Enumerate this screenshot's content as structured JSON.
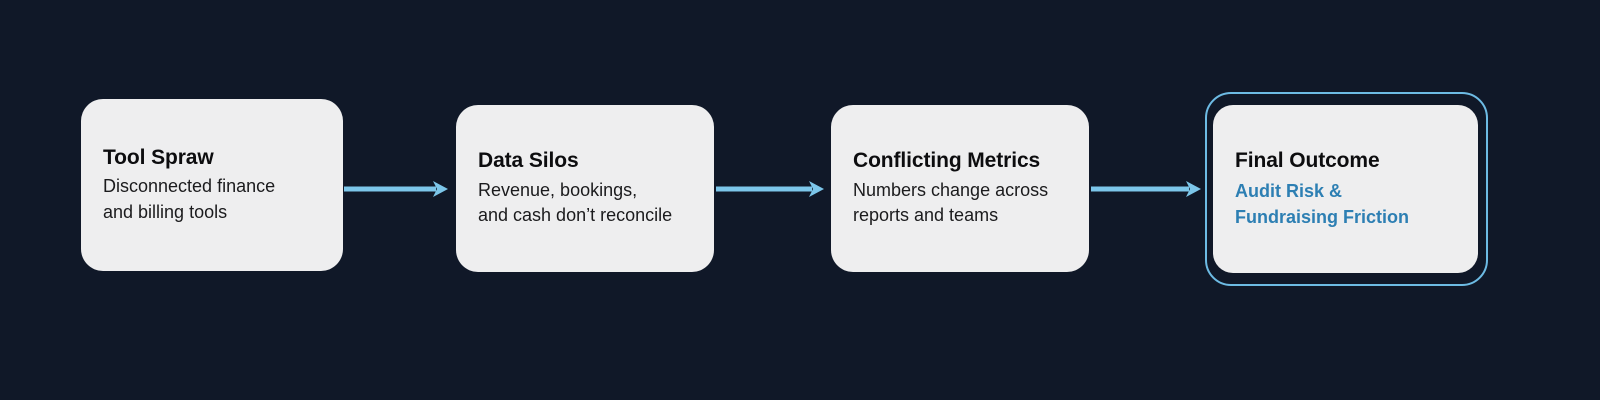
{
  "canvas": {
    "background_color": "#101828",
    "accent_color": "#7cc6ea",
    "highlight_text_color": "#2d7fb3",
    "card_background_color": "#eeeeef"
  },
  "flow": {
    "steps": [
      {
        "id": "tool-sprawl",
        "title": "Tool Spraw",
        "description": "Disconnected finance\nand billing tools",
        "accent": null
      },
      {
        "id": "data-silos",
        "title": "Data Silos",
        "description": "Revenue, bookings,\nand cash don’t reconcile",
        "accent": null
      },
      {
        "id": "conflicting-metrics",
        "title": "Conflicting Metrics",
        "description": "Numbers change across\nreports and teams",
        "accent": null
      },
      {
        "id": "final-outcome",
        "title": "Final Outcome",
        "description": null,
        "accent": "Audit Risk &\nFundraising Friction"
      }
    ],
    "connectors": [
      {
        "id": "arrow-1",
        "from": "tool-sprawl",
        "to": "data-silos",
        "icon": "arrow-right-icon"
      },
      {
        "id": "arrow-2",
        "from": "data-silos",
        "to": "conflicting-metrics",
        "icon": "arrow-right-icon"
      },
      {
        "id": "arrow-3",
        "from": "conflicting-metrics",
        "to": "final-outcome",
        "icon": "arrow-right-icon"
      }
    ]
  }
}
